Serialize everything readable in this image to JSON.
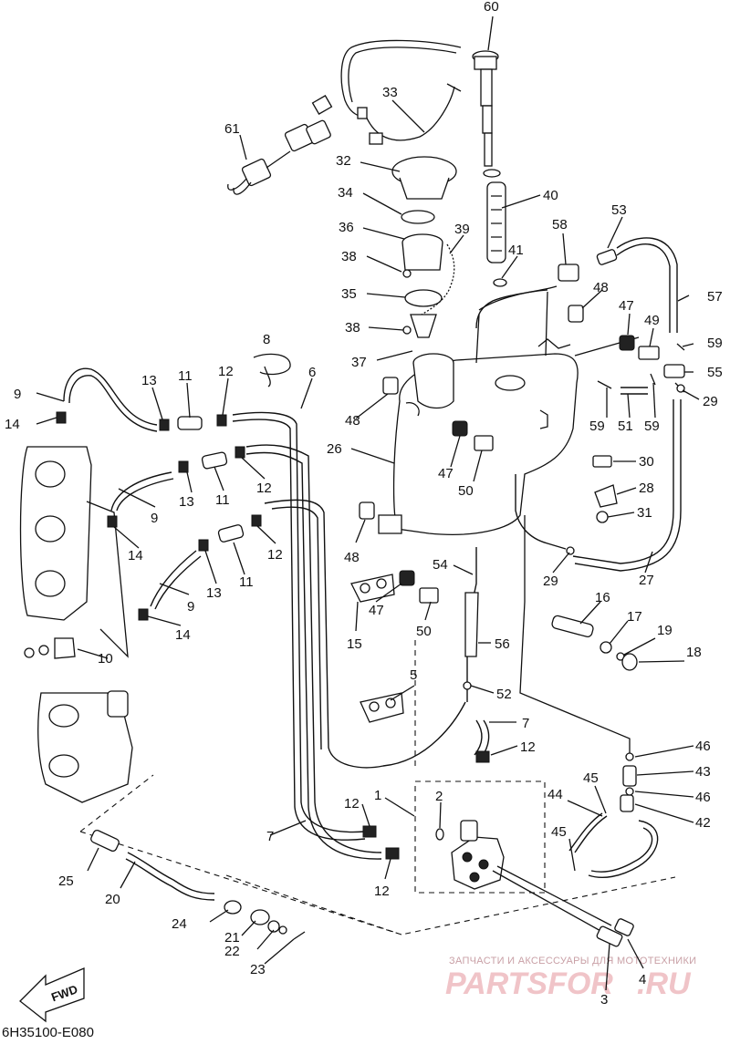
{
  "diagram": {
    "code": "6H35100-E080",
    "fwd_label": "FWD",
    "callouts": [
      {
        "id": "c60",
        "label": "60"
      },
      {
        "id": "c33",
        "label": "33"
      },
      {
        "id": "c61",
        "label": "61"
      },
      {
        "id": "c32",
        "label": "32"
      },
      {
        "id": "c34",
        "label": "34"
      },
      {
        "id": "c40",
        "label": "40"
      },
      {
        "id": "c36",
        "label": "36"
      },
      {
        "id": "c39",
        "label": "39"
      },
      {
        "id": "c38a",
        "label": "38"
      },
      {
        "id": "c41",
        "label": "41"
      },
      {
        "id": "c58",
        "label": "58"
      },
      {
        "id": "c53",
        "label": "53"
      },
      {
        "id": "c35",
        "label": "35"
      },
      {
        "id": "c48a",
        "label": "48"
      },
      {
        "id": "c57",
        "label": "57"
      },
      {
        "id": "c38b",
        "label": "38"
      },
      {
        "id": "c47a",
        "label": "47"
      },
      {
        "id": "c49",
        "label": "49"
      },
      {
        "id": "c8",
        "label": "8"
      },
      {
        "id": "c59a",
        "label": "59"
      },
      {
        "id": "c37",
        "label": "37"
      },
      {
        "id": "c55",
        "label": "55"
      },
      {
        "id": "c9a",
        "label": "9"
      },
      {
        "id": "c13a",
        "label": "13"
      },
      {
        "id": "c11a",
        "label": "11"
      },
      {
        "id": "c12a",
        "label": "12"
      },
      {
        "id": "c6",
        "label": "6"
      },
      {
        "id": "c29a",
        "label": "29"
      },
      {
        "id": "c14a",
        "label": "14"
      },
      {
        "id": "c48b",
        "label": "48"
      },
      {
        "id": "c59b",
        "label": "59"
      },
      {
        "id": "c51",
        "label": "51"
      },
      {
        "id": "c59c",
        "label": "59"
      },
      {
        "id": "c26",
        "label": "26"
      },
      {
        "id": "c47b",
        "label": "47"
      },
      {
        "id": "c30",
        "label": "30"
      },
      {
        "id": "c50a",
        "label": "50"
      },
      {
        "id": "c28",
        "label": "28"
      },
      {
        "id": "c13b",
        "label": "13"
      },
      {
        "id": "c11b",
        "label": "11"
      },
      {
        "id": "c12b",
        "label": "12"
      },
      {
        "id": "c9b",
        "label": "9"
      },
      {
        "id": "c31",
        "label": "31"
      },
      {
        "id": "c14b",
        "label": "14"
      },
      {
        "id": "c48c",
        "label": "48"
      },
      {
        "id": "c12c",
        "label": "12"
      },
      {
        "id": "c29b",
        "label": "29"
      },
      {
        "id": "c27",
        "label": "27"
      },
      {
        "id": "c54",
        "label": "54"
      },
      {
        "id": "c13c",
        "label": "13"
      },
      {
        "id": "c11c",
        "label": "11"
      },
      {
        "id": "c16",
        "label": "16"
      },
      {
        "id": "c17",
        "label": "17"
      },
      {
        "id": "c9c",
        "label": "9"
      },
      {
        "id": "c47c",
        "label": "47"
      },
      {
        "id": "c19",
        "label": "19"
      },
      {
        "id": "c14c",
        "label": "14"
      },
      {
        "id": "c50b",
        "label": "50"
      },
      {
        "id": "c15",
        "label": "15"
      },
      {
        "id": "c56",
        "label": "56"
      },
      {
        "id": "c18",
        "label": "18"
      },
      {
        "id": "c10",
        "label": "10"
      },
      {
        "id": "c5",
        "label": "5"
      },
      {
        "id": "c52",
        "label": "52"
      },
      {
        "id": "c7a",
        "label": "7"
      },
      {
        "id": "c46a",
        "label": "46"
      },
      {
        "id": "c12d",
        "label": "12"
      },
      {
        "id": "c43",
        "label": "43"
      },
      {
        "id": "c45a",
        "label": "45"
      },
      {
        "id": "c46b",
        "label": "46"
      },
      {
        "id": "c1",
        "label": "1"
      },
      {
        "id": "c2",
        "label": "2"
      },
      {
        "id": "c44",
        "label": "44"
      },
      {
        "id": "c12e",
        "label": "12"
      },
      {
        "id": "c42",
        "label": "42"
      },
      {
        "id": "c7b",
        "label": "7"
      },
      {
        "id": "c45b",
        "label": "45"
      },
      {
        "id": "c12f",
        "label": "12"
      },
      {
        "id": "c25",
        "label": "25"
      },
      {
        "id": "c20",
        "label": "20"
      },
      {
        "id": "c24",
        "label": "24"
      },
      {
        "id": "c21",
        "label": "21"
      },
      {
        "id": "c22",
        "label": "22"
      },
      {
        "id": "c23",
        "label": "23"
      },
      {
        "id": "c4",
        "label": "4"
      },
      {
        "id": "c3",
        "label": "3"
      }
    ]
  },
  "watermark": {
    "tagline": "ЗАПЧАСТИ И АКСЕССУАРЫ ДЛЯ МОТОТЕХНИКИ",
    "brand": "PARTSFOR",
    "suffix": ".RU"
  }
}
